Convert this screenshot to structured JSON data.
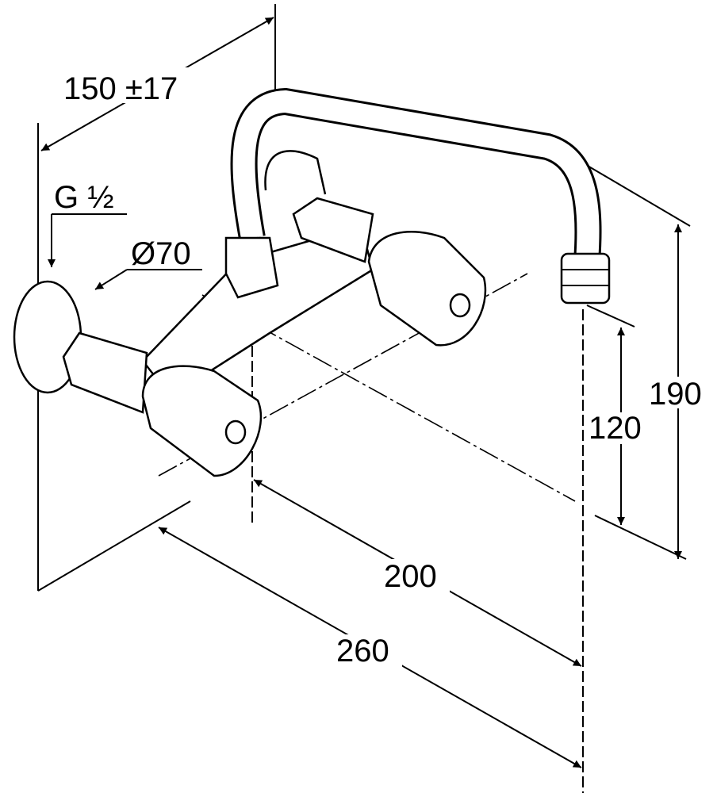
{
  "drawing": {
    "title": "Wall-mounted two-handle faucet dimension drawing",
    "dimensions": {
      "projection": "150 ±17",
      "thread": "G ½",
      "rosette_diameter": "Ø70",
      "total_height": "190",
      "outlet_height": "120",
      "spout_reach": "200",
      "total_reach": "260"
    },
    "colors": {
      "line": "#000000",
      "background": "#ffffff"
    }
  }
}
